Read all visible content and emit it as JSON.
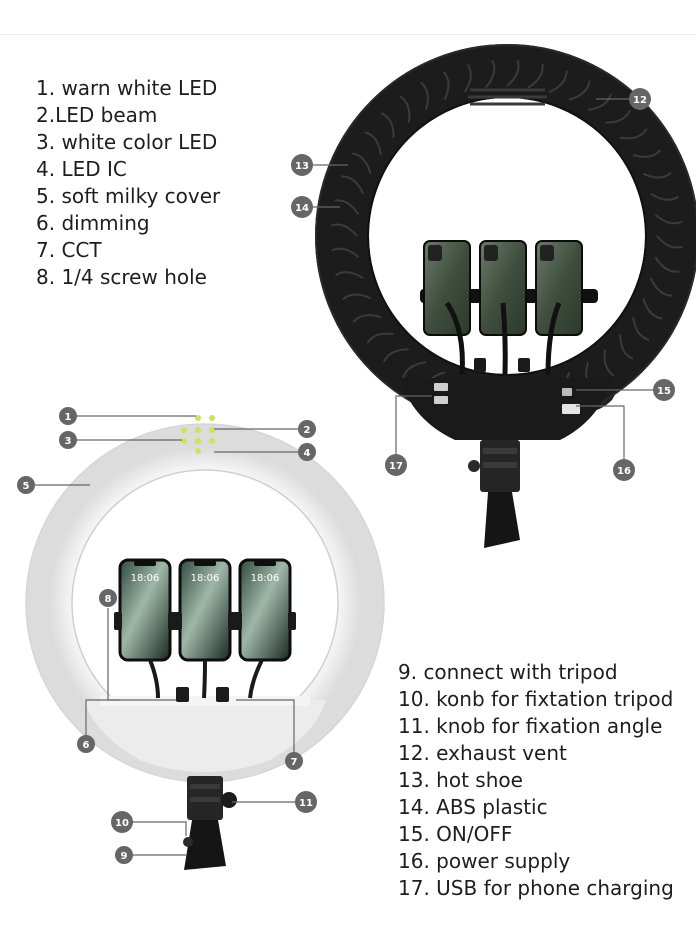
{
  "legend_top": [
    "1. warn white LED",
    "2.LED beam",
    "3. white color LED",
    "4. LED IC",
    "5. soft milky cover",
    "6. dimming",
    "7. CCT",
    "8. 1/4 screw hole"
  ],
  "legend_bottom": [
    "9. connect with tripod",
    "10. konb for fixtation tripod",
    "11. knob for fixation angle",
    "12. exhaust vent",
    "13. hot shoe",
    "14. ABS plastic",
    "15. ON/OFF",
    "16. power supply",
    "17. USB for phone charging"
  ],
  "badges": [
    "1",
    "2",
    "3",
    "4",
    "5",
    "6",
    "7",
    "8",
    "9",
    "10",
    "11",
    "12",
    "13",
    "14",
    "15",
    "16",
    "17"
  ],
  "phone_time": "18:06",
  "colors": {
    "badge": "#666666",
    "black_ring": "#1c1c1c",
    "white_ring": "#f4f4f4",
    "led": "#c8e65a",
    "phone_screen": "#4a5a48"
  }
}
